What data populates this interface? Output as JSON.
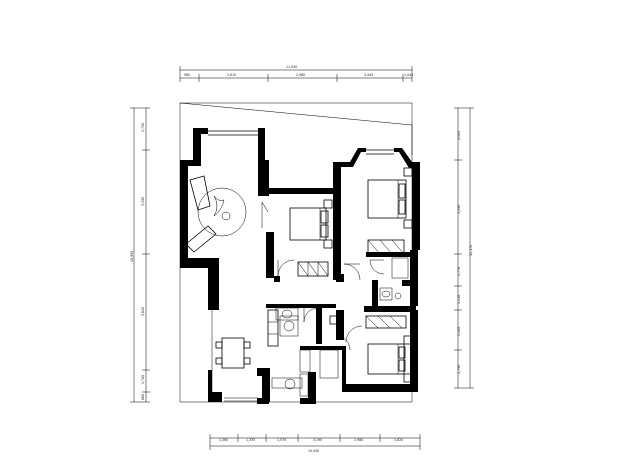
{
  "drawing": {
    "type": "floor-plan",
    "colors": {
      "line": "#000000",
      "background": "#ffffff"
    },
    "dimensions": {
      "top_overall": "11,040",
      "top_segments": [
        "960",
        "2,610",
        "2,980",
        "3,445",
        "1,045"
      ],
      "bottom_overall": "10,040",
      "bottom_segments": [
        "1,360",
        "1,330",
        "1,570",
        "3,190",
        "1,980",
        "1,620"
      ],
      "left_overall": "10,990",
      "left_segments": [
        "1,720",
        "3,190",
        "3,640",
        "1,780",
        "660"
      ],
      "right_overall": "12,170",
      "right_segments": [
        "2,105",
        "3,190",
        "1,770",
        "1,210",
        "2,100",
        "1,790"
      ]
    }
  }
}
